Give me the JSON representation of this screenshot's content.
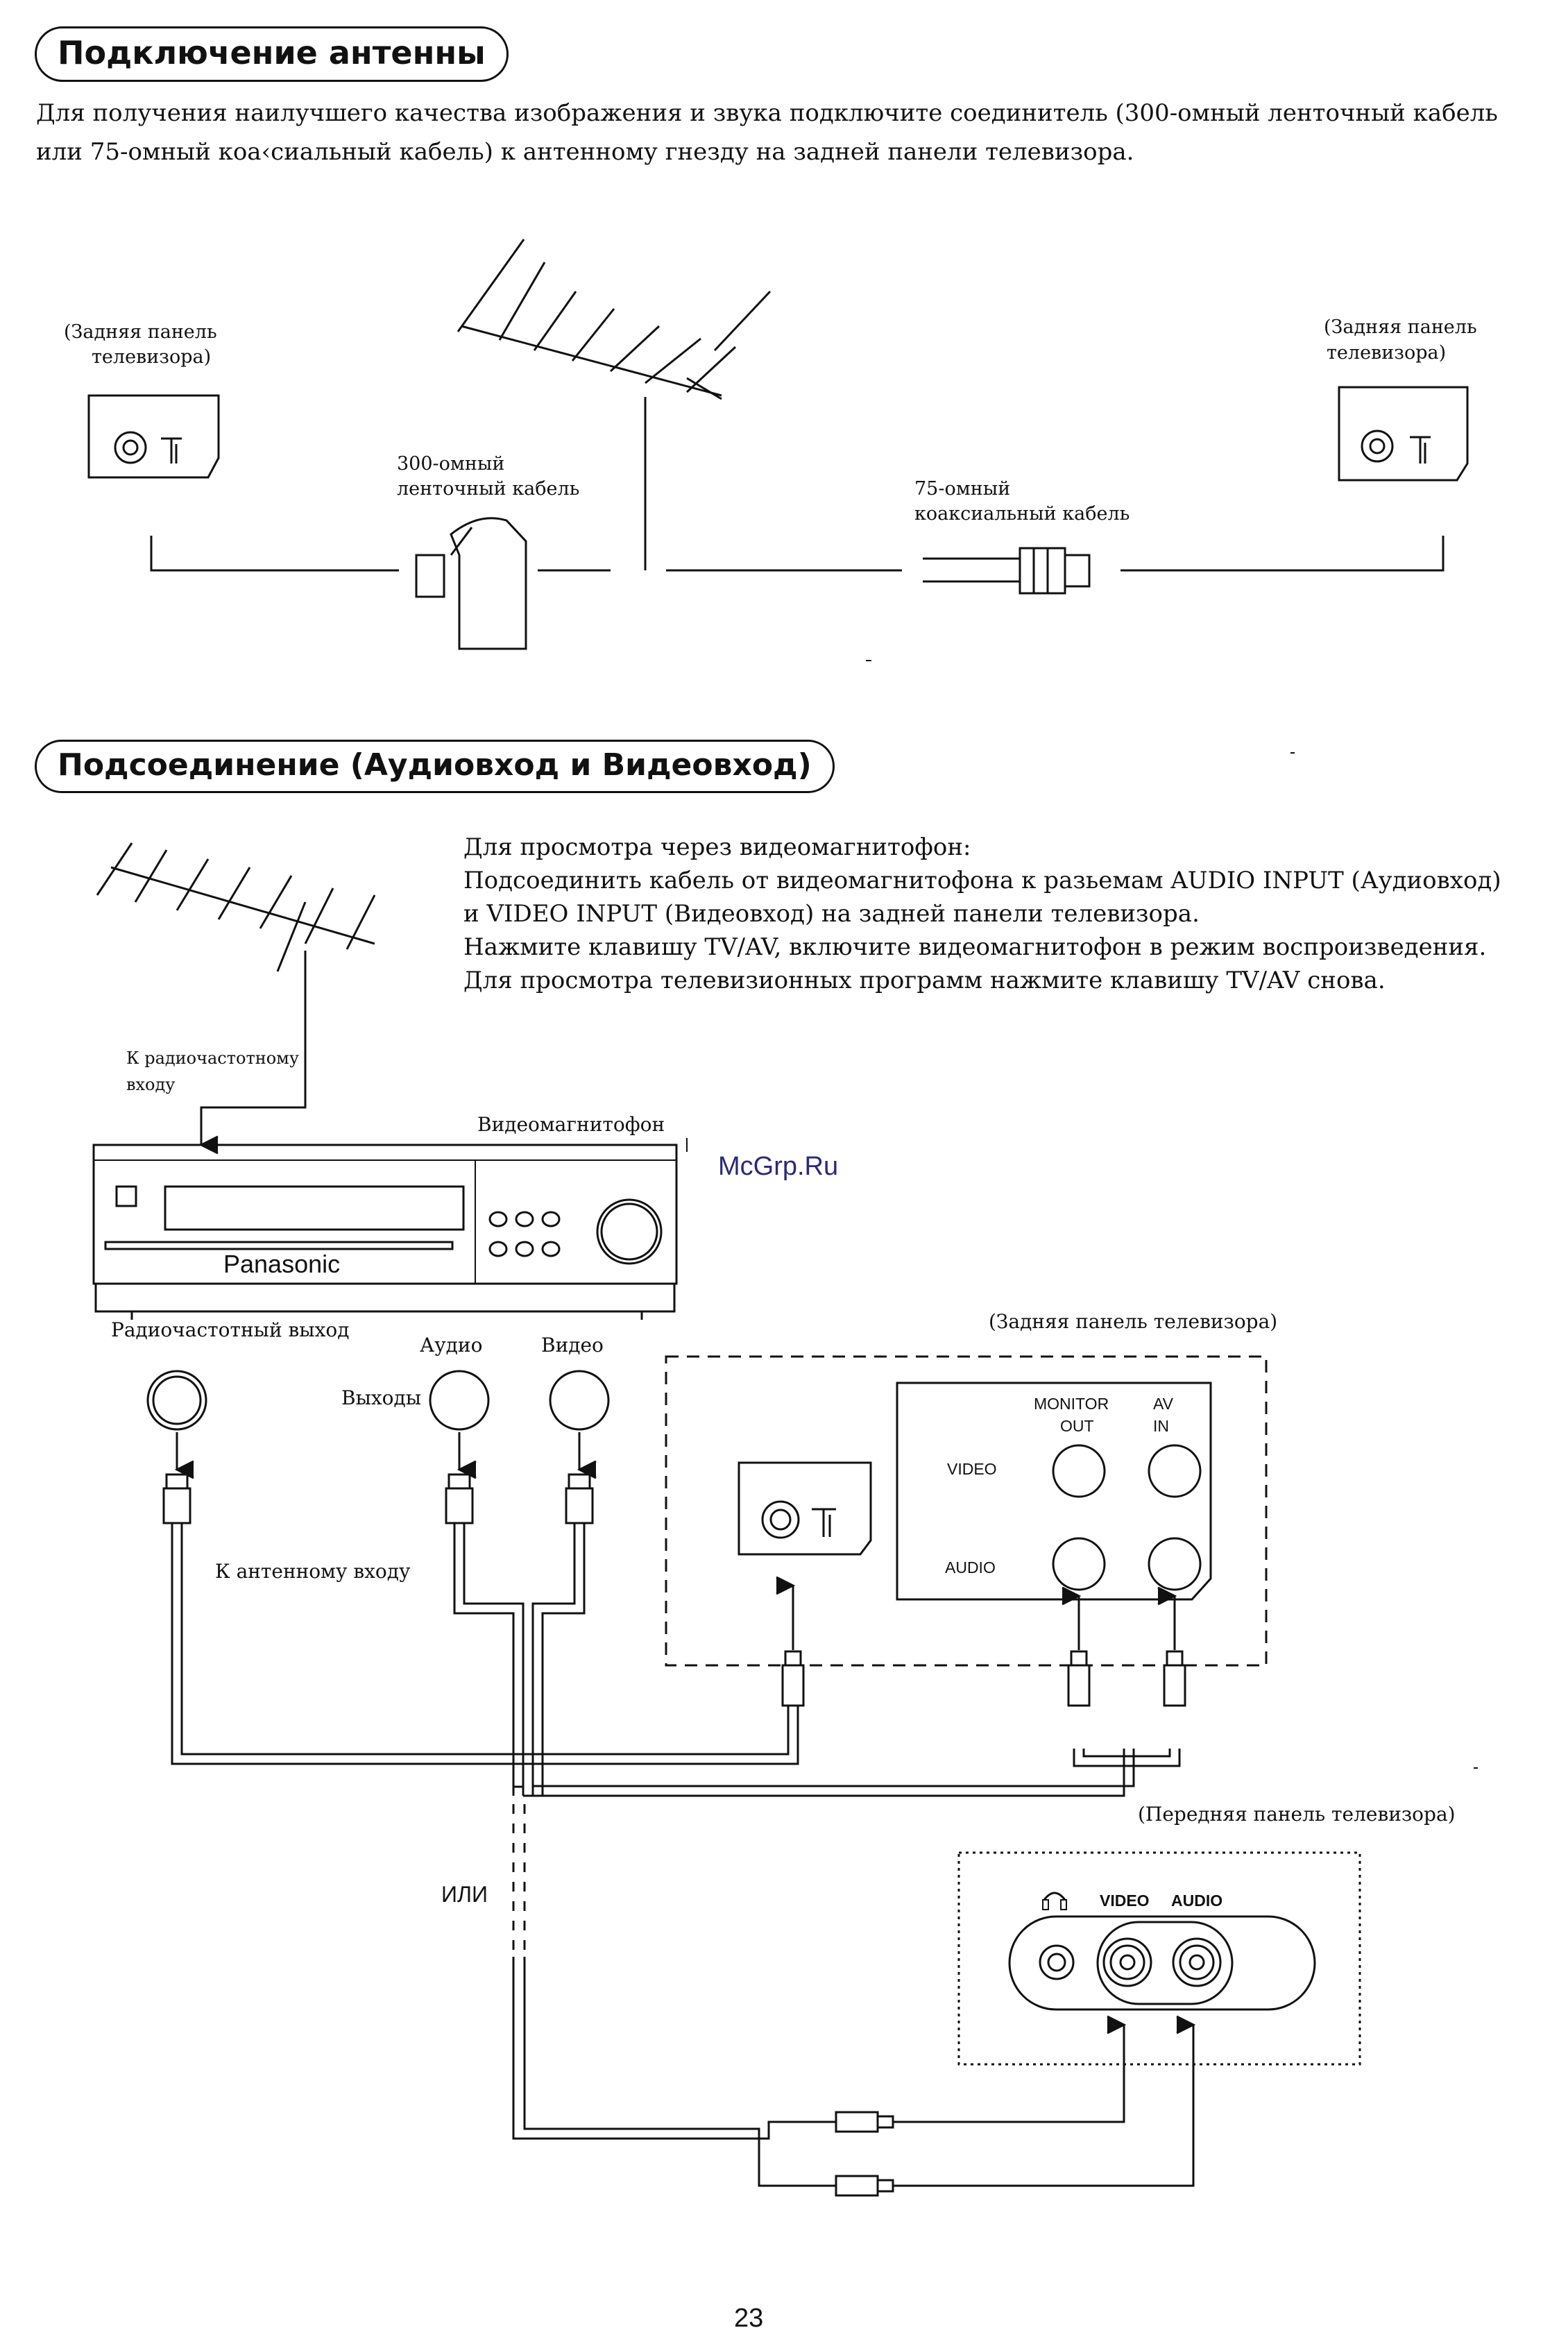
{
  "section1": {
    "title": "Подключение антенны",
    "body_line1": "Для получения наилучшего качества изображения и звука подключите соединитель (300-омный ленточный кабель",
    "body_line2": "или 75-омный коа‹сиальный кабель) к антенному гнезду на задней панели телевизора.",
    "left_panel_line1": "(Задняя панель",
    "left_panel_line2": "телевизора)",
    "right_panel_line1": "(Задняя панель",
    "right_panel_line2": "телевизора)",
    "ribbon_line1": "300-омный",
    "ribbon_line2": "ленточный кабель",
    "coax_line1": "75-омный",
    "coax_line2": "коаксиальный кабель"
  },
  "section2": {
    "title": "Подсоединение (Аудиовход и Видеовход)",
    "intro": [
      "Для просмотра через видеомагнитофон:",
      "Подсоединить кабель от видеомагнитофона к разьемам AUDIO INPUT (Аудиовход)",
      "и VIDEO INPUT (Видеовход) на задней панели телевизора.",
      "Нажмите клавишу TV/AV, включите видеомагнитофон в режим воспроизведения.",
      "Для просмотра телевизионных программ нажмите клавишу TV/AV снова."
    ],
    "rf_input_line1": "К радиочастотному",
    "rf_input_line2": "входу",
    "vcr_label": "Видеомагнитофон",
    "vcr_brand": "Panasonic",
    "watermark": "McGrp.Ru",
    "rf_out": "Радиочастотный выход",
    "audio": "Аудио",
    "video": "Видео",
    "outputs": "Выходы",
    "antenna_input": "К антенному входу",
    "rear_panel": "(Задняя панель телевизора)",
    "monitor_out_line1": "MONITOR",
    "monitor_out_line2": "OUT",
    "av_in_line1": "AV",
    "av_in_line2": "IN",
    "video_caps": "VIDEO",
    "audio_caps": "AUDIO",
    "or": "ИЛИ",
    "front_panel": "(Передняя панель телевизора)",
    "front_video": "VIDEO",
    "front_audio": "AUDIO"
  },
  "page_number": "23"
}
